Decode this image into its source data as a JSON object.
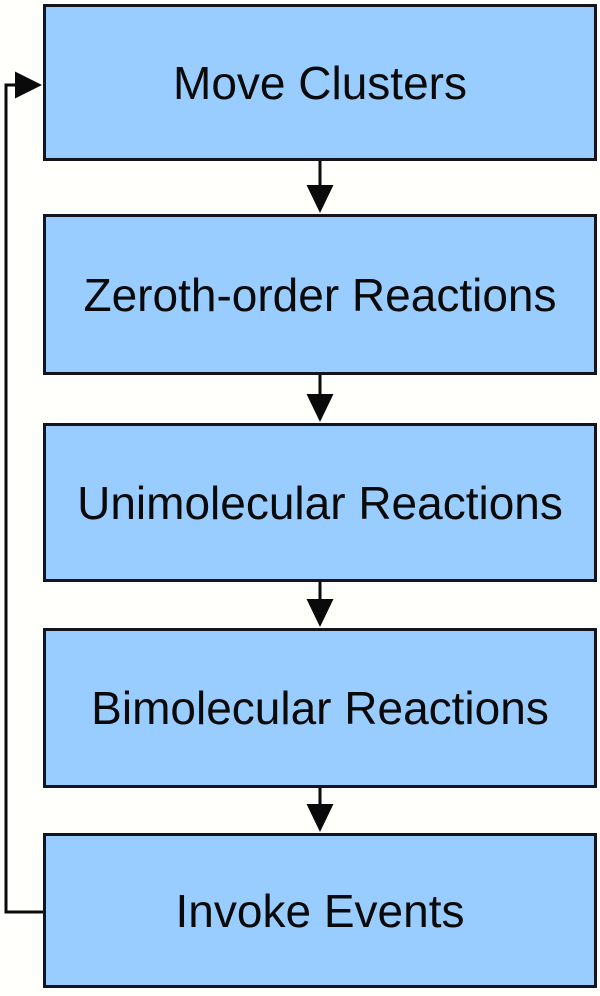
{
  "diagram": {
    "type": "flowchart-cycle",
    "nodes": [
      {
        "id": "move-clusters",
        "label": "Move Clusters"
      },
      {
        "id": "zeroth-order-reactions",
        "label": "Zeroth-order Reactions"
      },
      {
        "id": "unimolecular-reactions",
        "label": "Unimolecular Reactions"
      },
      {
        "id": "bimolecular-reactions",
        "label": "Bimolecular Reactions"
      },
      {
        "id": "invoke-events",
        "label": "Invoke Events"
      }
    ],
    "edges": [
      {
        "from": "Move Clusters",
        "to": "Zeroth-order Reactions",
        "style": "arrow-down"
      },
      {
        "from": "Zeroth-order Reactions",
        "to": "Unimolecular Reactions",
        "style": "arrow-down"
      },
      {
        "from": "Unimolecular Reactions",
        "to": "Bimolecular Reactions",
        "style": "arrow-down"
      },
      {
        "from": "Bimolecular Reactions",
        "to": "Invoke Events",
        "style": "arrow-down"
      },
      {
        "from": "Invoke Events",
        "to": "Move Clusters",
        "style": "loop-back-left-side"
      }
    ],
    "colors": {
      "node_fill": "#99ccff",
      "node_border": "#14141e",
      "arrow": "#0a0a0a",
      "text": "#0a0a0a",
      "background": "#fffffc"
    }
  }
}
